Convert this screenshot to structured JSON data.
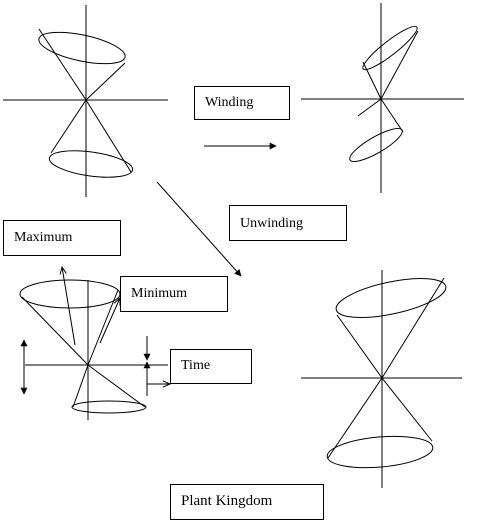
{
  "labels": {
    "winding": "Winding",
    "unwinding": "Unwinding",
    "maximum": "Maximum",
    "minimum": "Minimum",
    "time": "Time",
    "plant_kingdom": "Plant Kingdom"
  },
  "colors": {
    "stroke": "#000000",
    "background": "#ffffff"
  }
}
